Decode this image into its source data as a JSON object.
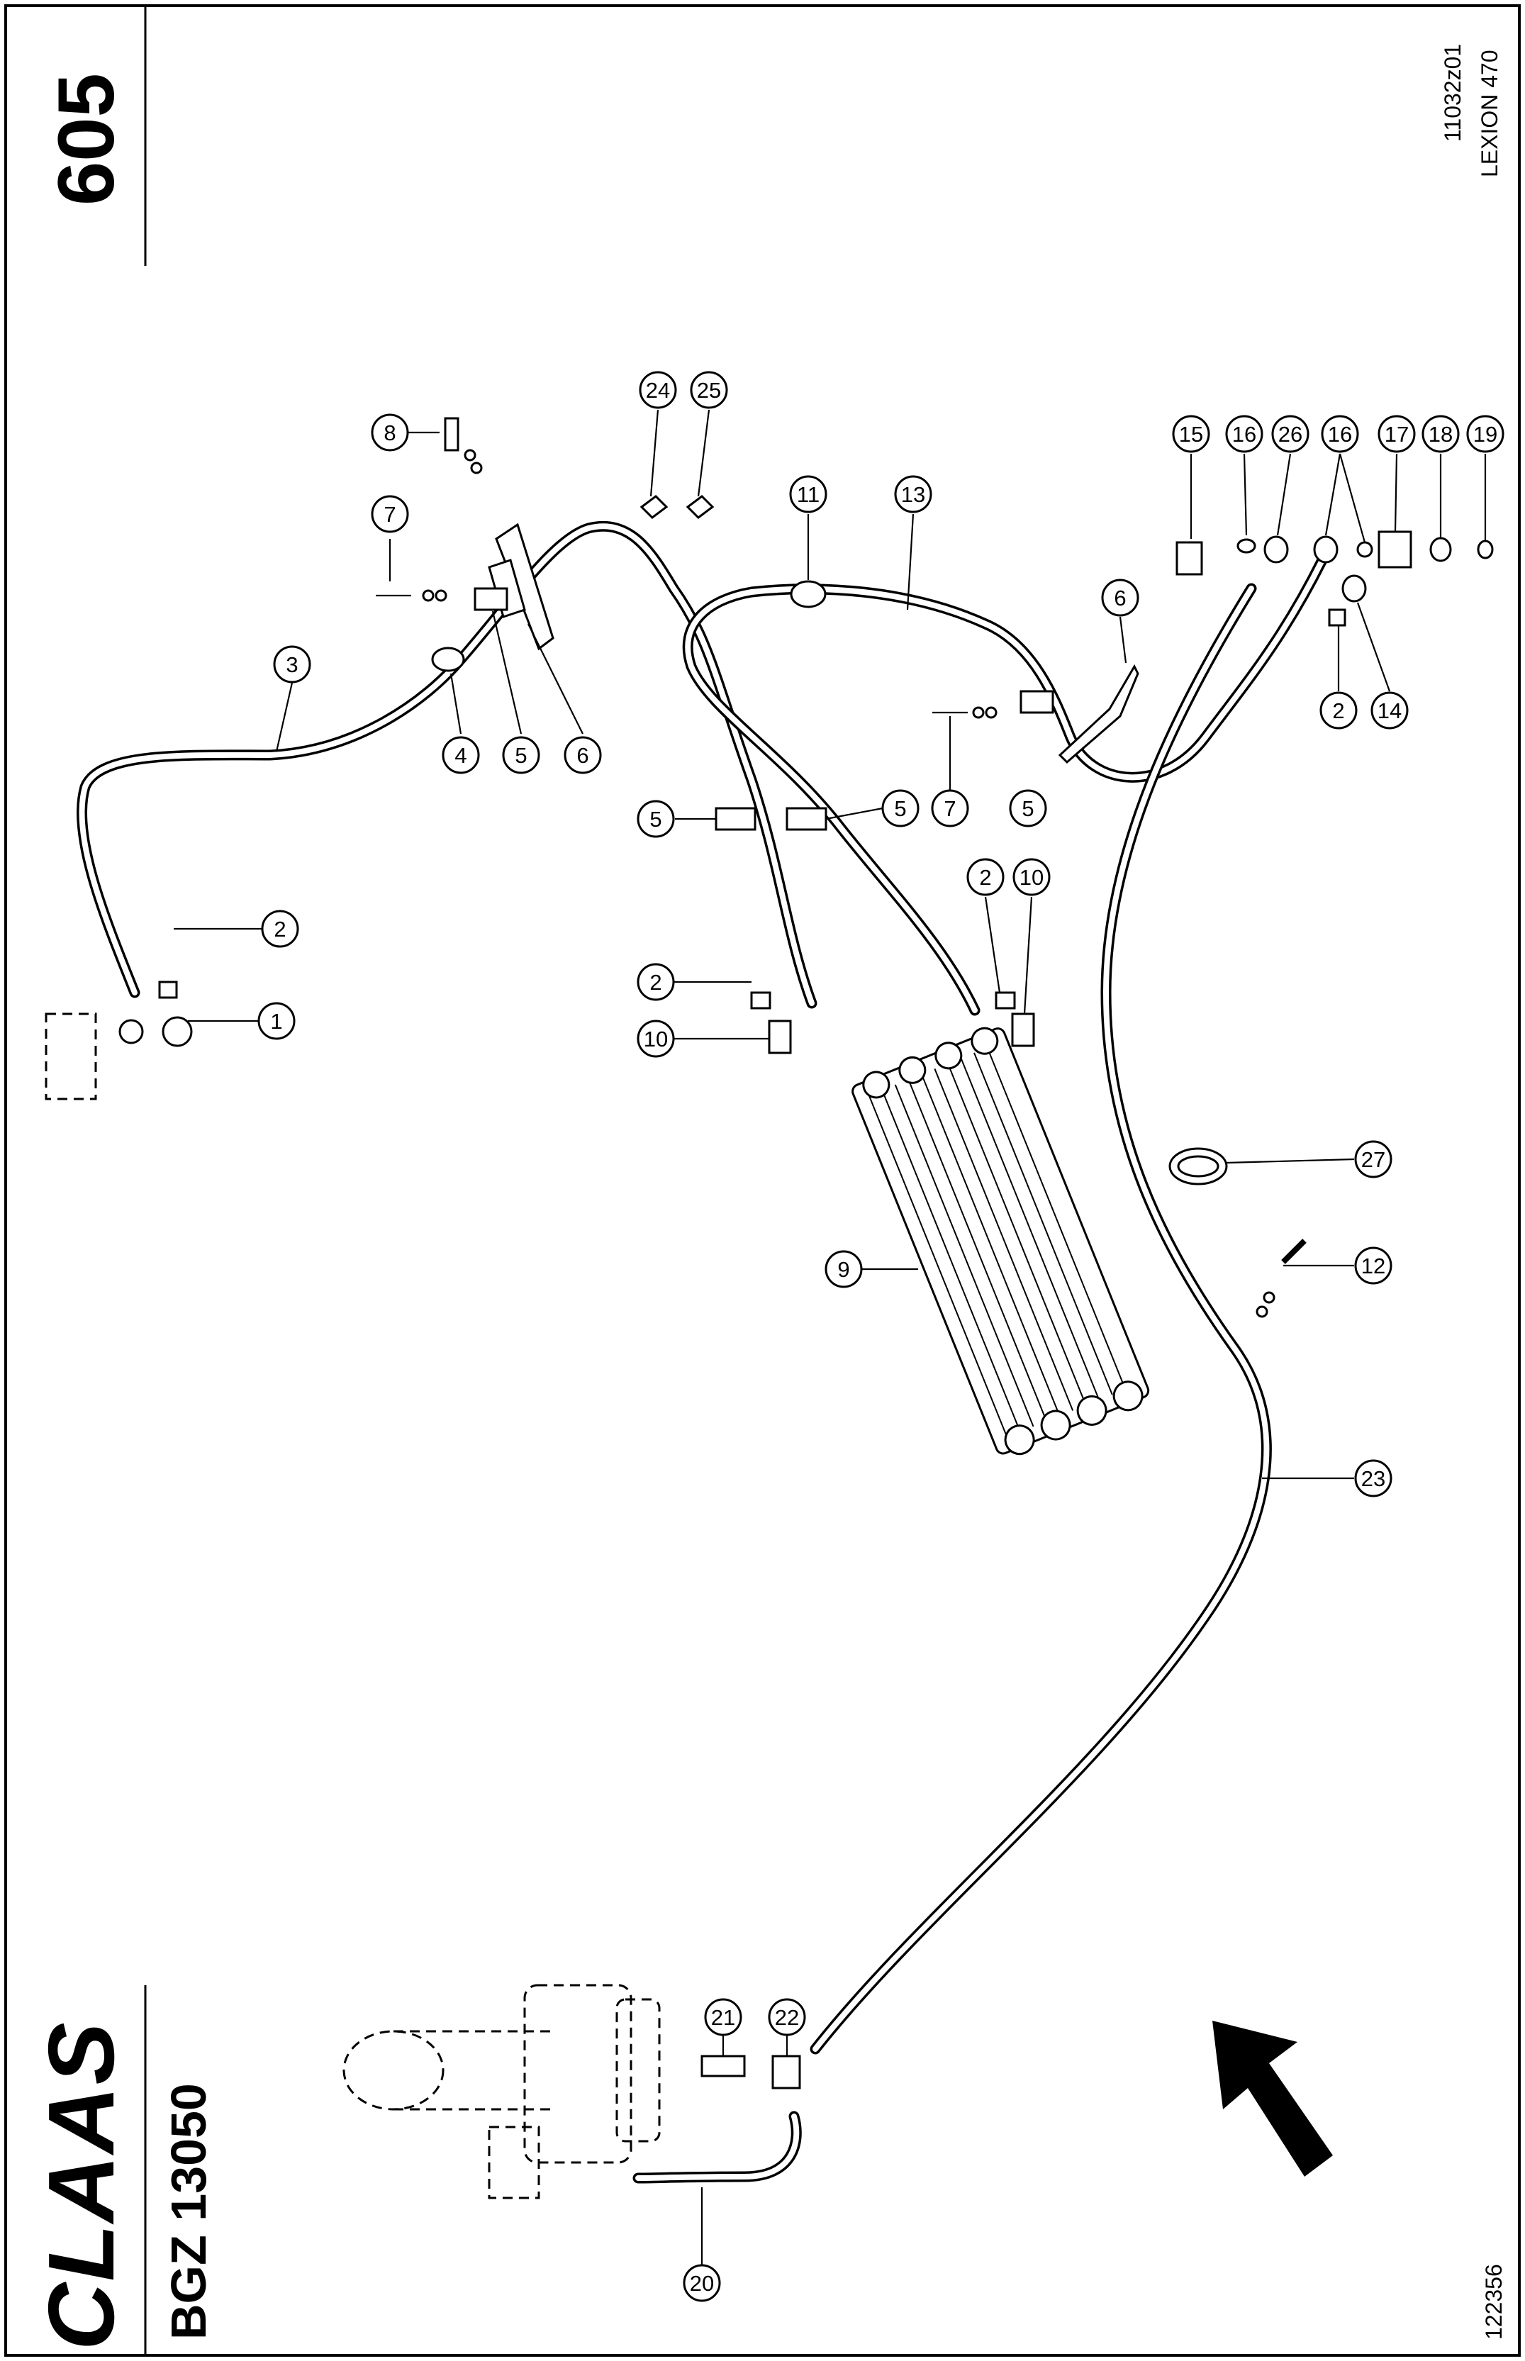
{
  "sheet": {
    "brand": "CLAAS",
    "group_code": "BGZ 13050",
    "page_number": "605",
    "drawing_ref": "11032z01",
    "model": "LEXION 470",
    "image_number": "122356"
  },
  "callouts": [
    {
      "label": "1"
    },
    {
      "label": "2"
    },
    {
      "label": "3"
    },
    {
      "label": "4"
    },
    {
      "label": "5"
    },
    {
      "label": "6"
    },
    {
      "label": "7"
    },
    {
      "label": "8"
    },
    {
      "label": "24"
    },
    {
      "label": "25"
    },
    {
      "label": "11"
    },
    {
      "label": "13"
    },
    {
      "label": "6"
    },
    {
      "label": "5"
    },
    {
      "label": "5"
    },
    {
      "label": "7"
    },
    {
      "label": "5"
    },
    {
      "label": "2"
    },
    {
      "label": "10"
    },
    {
      "label": "2"
    },
    {
      "label": "10"
    },
    {
      "label": "9"
    },
    {
      "label": "15"
    },
    {
      "label": "16"
    },
    {
      "label": "26"
    },
    {
      "label": "16"
    },
    {
      "label": "17"
    },
    {
      "label": "18"
    },
    {
      "label": "19"
    },
    {
      "label": "2"
    },
    {
      "label": "14"
    },
    {
      "label": "27"
    },
    {
      "label": "12"
    },
    {
      "label": "23"
    },
    {
      "label": "21"
    },
    {
      "label": "22"
    },
    {
      "label": "20"
    }
  ]
}
